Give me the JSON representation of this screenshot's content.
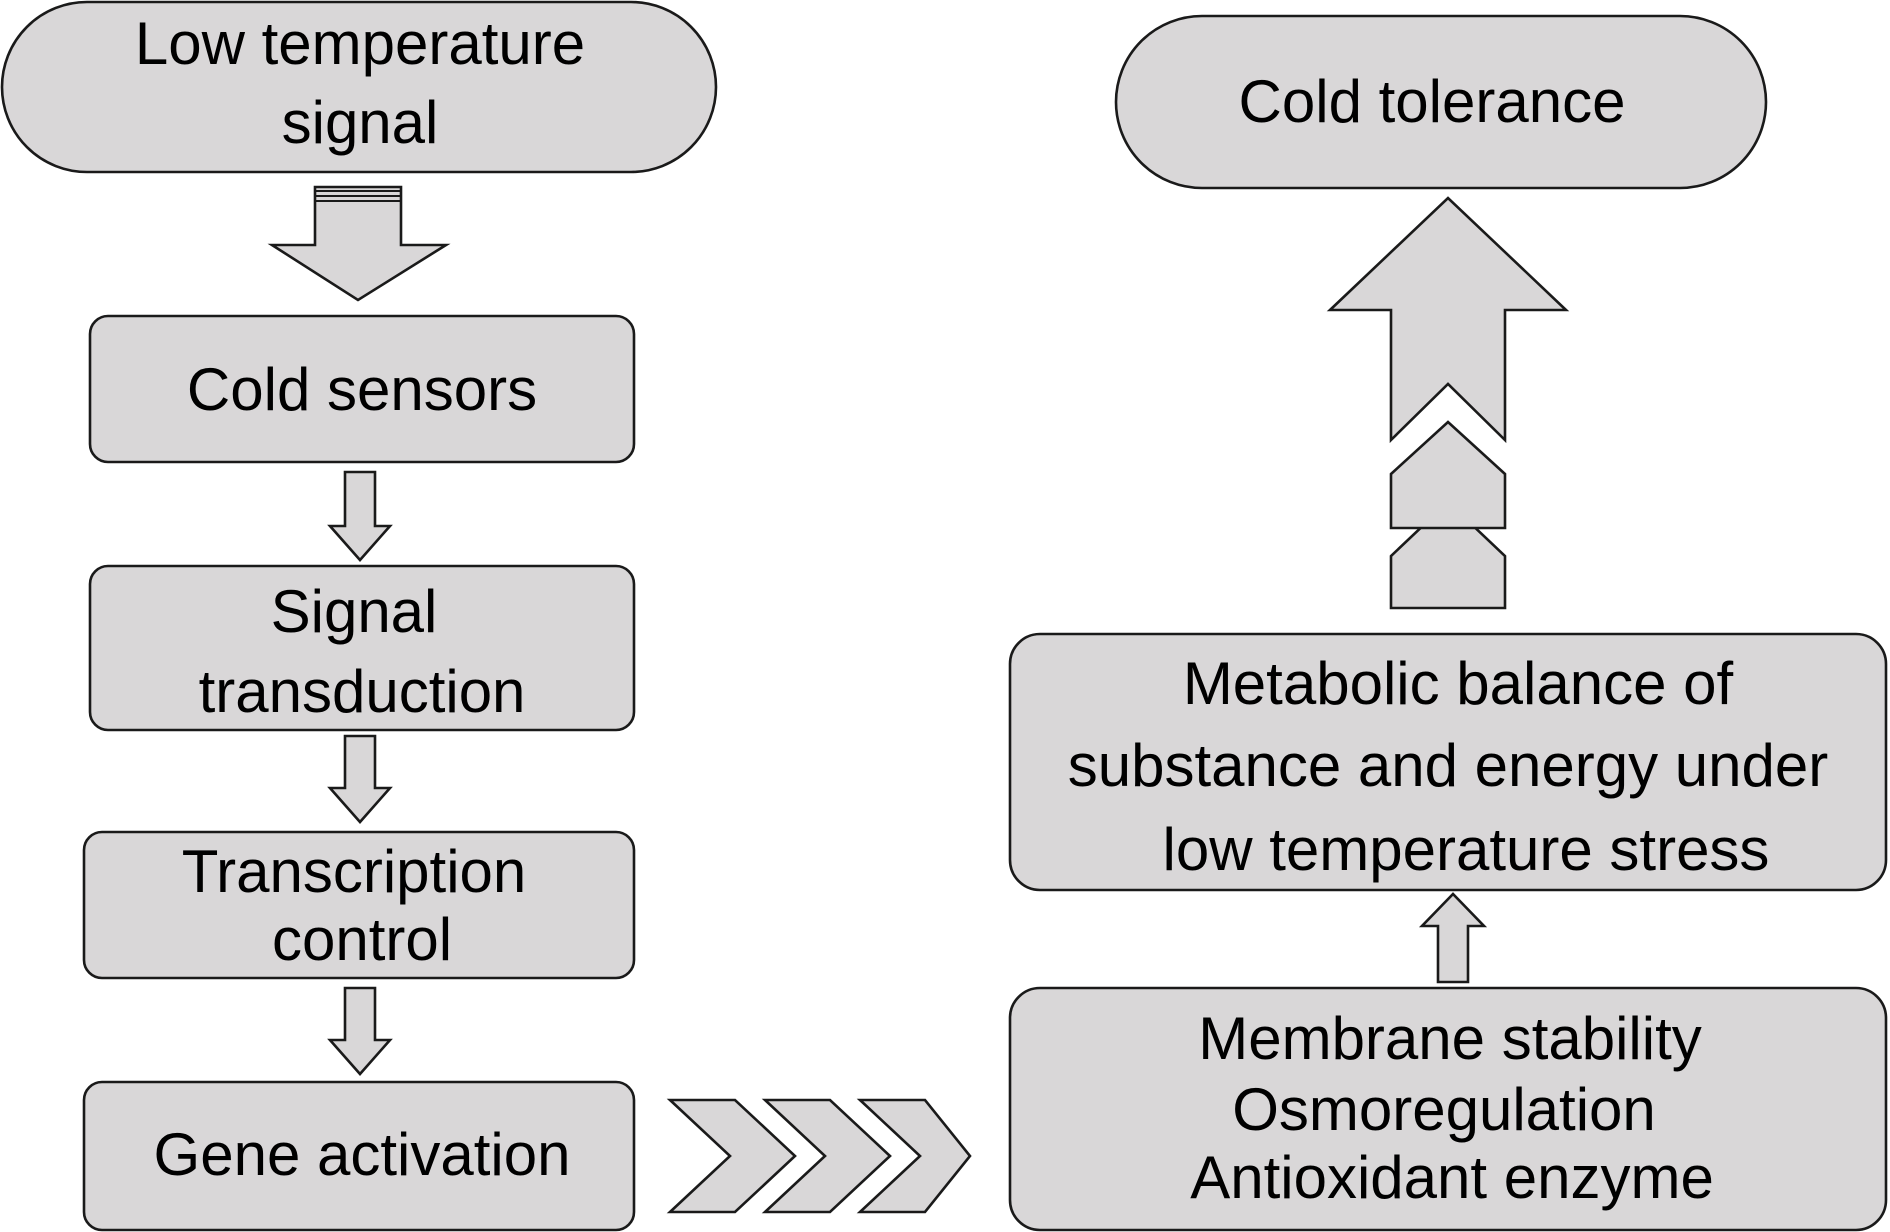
{
  "nodes": {
    "low_temp_signal": {
      "lines": [
        "Low temperature",
        "signal"
      ]
    },
    "cold_sensors": {
      "lines": [
        "Cold sensors"
      ]
    },
    "signal_transduction": {
      "lines": [
        "Signal",
        "transduction"
      ]
    },
    "transcription_control": {
      "lines": [
        "Transcription",
        "control"
      ]
    },
    "gene_activation": {
      "lines": [
        "Gene activation"
      ]
    },
    "membrane_box": {
      "lines": [
        "Membrane stability",
        "Osmoregulation",
        "Antioxidant enzyme"
      ]
    },
    "metabolic_balance": {
      "lines": [
        "Metabolic balance of",
        "substance and energy under",
        "low temperature stress"
      ]
    },
    "cold_tolerance": {
      "lines": [
        "Cold tolerance"
      ]
    }
  },
  "colors": {
    "fill": "#d9d7d8",
    "stroke": "#1a1a1a",
    "text": "#000000"
  }
}
